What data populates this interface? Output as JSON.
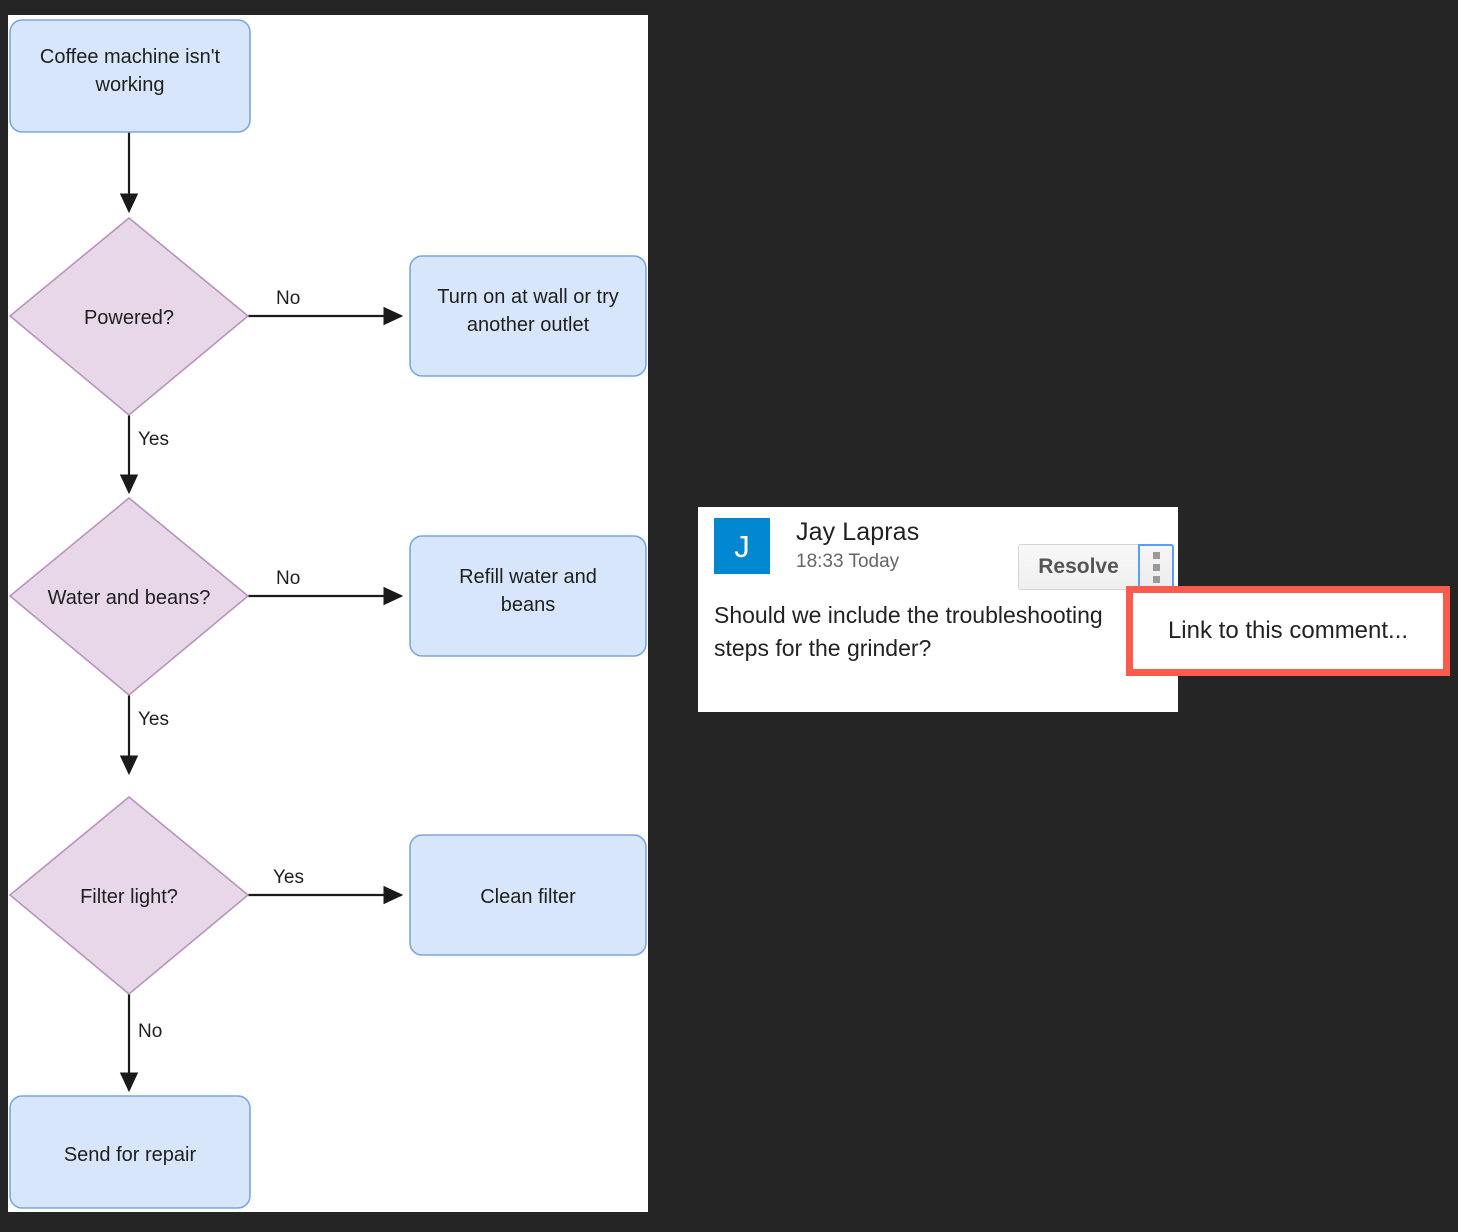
{
  "background_color": "#252525",
  "diagram": {
    "canvas_background": "#ffffff",
    "node_fill_process": "#d8e6fb",
    "node_fill_decision": "#e7d7e9",
    "nodes": [
      {
        "id": "start",
        "type": "process",
        "label_line1": "Coffee machine isn't",
        "label_line2": "working"
      },
      {
        "id": "powered",
        "type": "decision",
        "label_line1": "Powered?",
        "label_line2": ""
      },
      {
        "id": "turn_on",
        "type": "process",
        "label_line1": "Turn on at wall or try",
        "label_line2": "another outlet"
      },
      {
        "id": "water",
        "type": "decision",
        "label_line1": "Water and beans?",
        "label_line2": ""
      },
      {
        "id": "refill",
        "type": "process",
        "label_line1": "Refill water and",
        "label_line2": "beans"
      },
      {
        "id": "filter",
        "type": "decision",
        "label_line1": "Filter light?",
        "label_line2": ""
      },
      {
        "id": "clean",
        "type": "process",
        "label_line1": "Clean filter",
        "label_line2": ""
      },
      {
        "id": "repair",
        "type": "process",
        "label_line1": "Send for repair",
        "label_line2": ""
      }
    ],
    "edge_labels": {
      "powered_no": "No",
      "powered_yes": "Yes",
      "water_no": "No",
      "water_yes": "Yes",
      "filter_yes": "Yes",
      "filter_no": "No"
    }
  },
  "comment": {
    "avatar_initial": "J",
    "avatar_color": "#0288d1",
    "author": "Jay Lapras",
    "timestamp": "18:33 Today",
    "resolve_label": "Resolve",
    "menu_icon": "kebab-menu-icon",
    "body": "Should we include the troubleshooting steps for the grinder?"
  },
  "context_menu": {
    "highlight_color": "#fb5b4c",
    "items": [
      {
        "label": "Link to this comment..."
      }
    ]
  }
}
